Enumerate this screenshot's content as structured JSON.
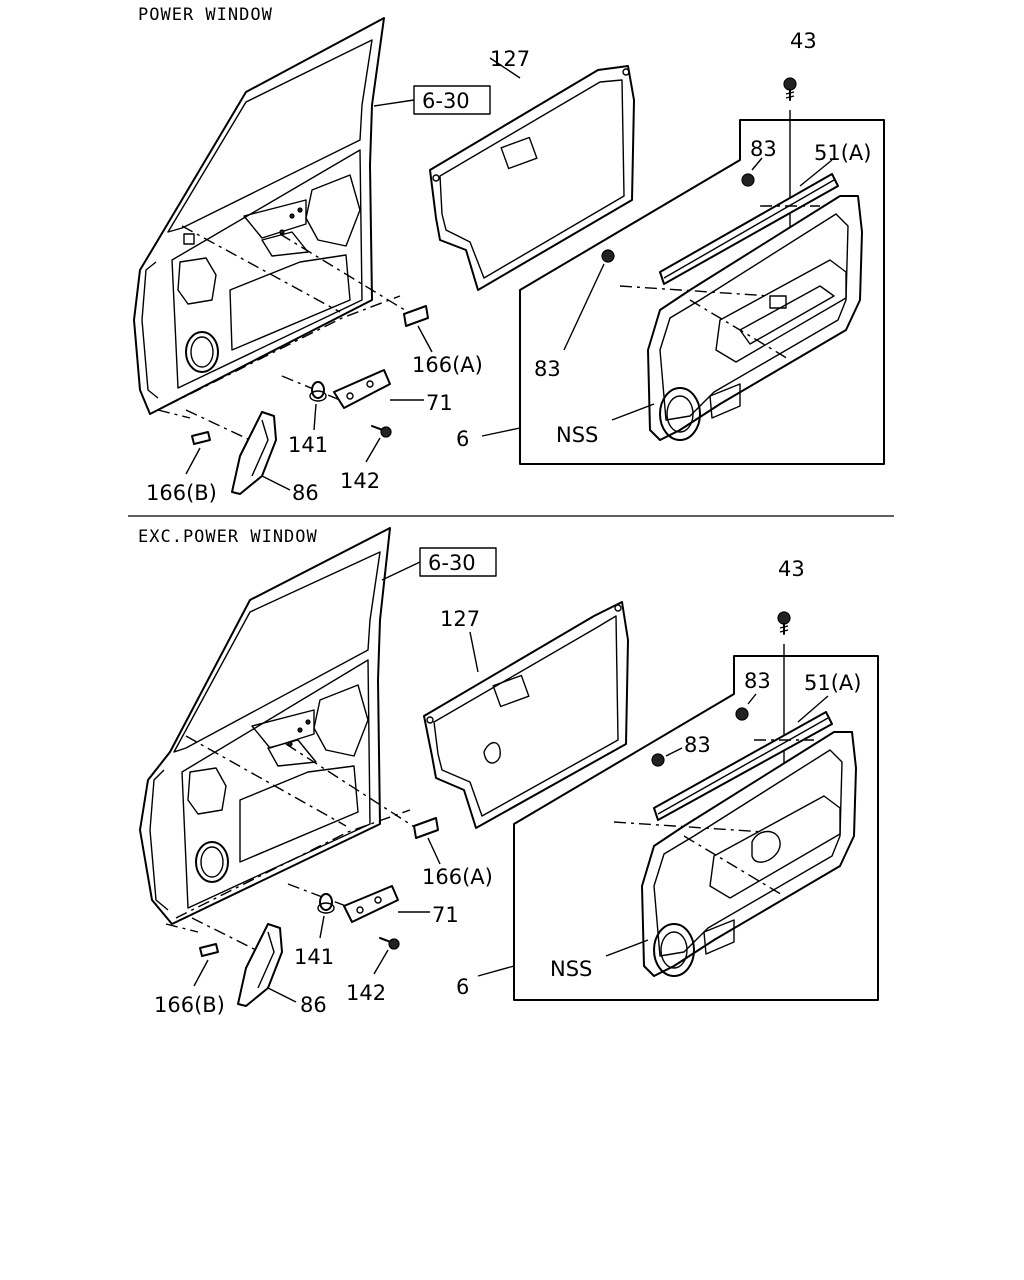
{
  "sections": [
    {
      "title": "POWER WINDOW",
      "ref_box": "6-30",
      "labels": {
        "trim_seal": "127",
        "screw": "43",
        "clip_upper": "83",
        "clip_lower": "83",
        "weatherstrip": "51(A)",
        "panel": "NSS",
        "assembly": "6",
        "clip_a": "166(A)",
        "bracket": "71",
        "grommet": "141",
        "bolt": "142",
        "clip_b": "166(B)",
        "cover": "86"
      }
    },
    {
      "title": "EXC.POWER WINDOW",
      "ref_box": "6-30",
      "labels": {
        "trim_seal": "127",
        "screw": "43",
        "clip_upper": "83",
        "clip_lower": "83",
        "weatherstrip": "51(A)",
        "panel": "NSS",
        "assembly": "6",
        "clip_a": "166(A)",
        "bracket": "71",
        "grommet": "141",
        "bolt": "142",
        "clip_b": "166(B)",
        "cover": "86"
      }
    }
  ]
}
